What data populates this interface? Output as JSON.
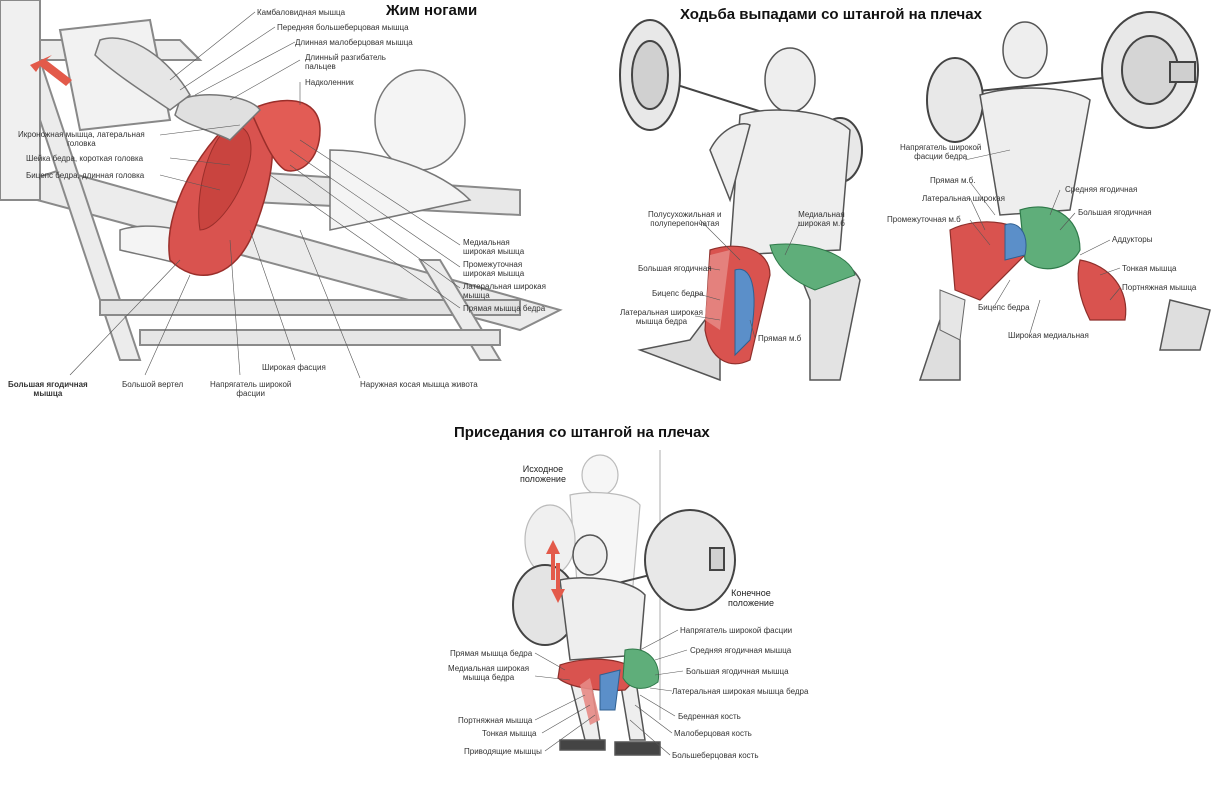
{
  "panels": {
    "legpress": {
      "title": "Жим ногами",
      "labels": [
        "Камбаловидная мышца",
        "Передняя большеберцовая мышца",
        "Длинная малоберцовая мышца",
        "Длинный разгибатель\nпальцев",
        "Надколенник",
        "Икроножная мышца, латеральная\nголовка",
        "Шейка бедра, короткая головка",
        "Бицепс бедра, длинная головка",
        "Медиальная\nширокая мышца",
        "Промежуточная\nширокая мышца",
        "Латеральная широкая\nмышца",
        "Прямая мышца бедра",
        "Большая ягодичная\nмышца",
        "Большой вертел",
        "Напрягатель широкой\nфасции",
        "Широкая фасция",
        "Наружная косая мышца живота"
      ]
    },
    "lunges": {
      "title": "Ходьба выпадами со штангой на плечах",
      "labels_left": [
        "Полусухожильная и\nполуперепончатая",
        "Медиальная\nширокая м.б",
        "Большая ягодичная",
        "Бицепс бедра",
        "Латеральная широкая\nмышца бедра",
        "Прямая м.б"
      ],
      "labels_right": [
        "Напрягатель широкой\nфасции бедра",
        "Прямая м.б.",
        "Средняя ягодичная",
        "Латеральная широкая",
        "Большая ягодичная",
        "Промежуточная м.б",
        "Аддукторы",
        "Тонкая мышца",
        "Портняжная мышца",
        "Бицепс бедра",
        "Широкая медиальная"
      ]
    },
    "squat": {
      "title": "Приседания со штангой на плечах",
      "start_label": "Исходное\nположение",
      "end_label": "Конечное\nположение",
      "labels": [
        "Напрягатель широкой фасции",
        "Средняя ягодичная мышца",
        "Большая ягодичная мышца",
        "Латеральная широкая мышца бедра",
        "Бедренная кость",
        "Малоберцовая кость",
        "Большеберцовая кость",
        "Прямая мышца бедра",
        "Медиальная широкая\nмышца бедра",
        "Портняжная мышца",
        "Тонкая мышца",
        "Приводящие мышцы"
      ]
    }
  },
  "colors": {
    "muscle_red": "#d9534f",
    "muscle_blue": "#5b8fc9",
    "muscle_green": "#5fae7a",
    "arrow_red": "#e35a4a",
    "sketch": "#7a7a7a"
  }
}
